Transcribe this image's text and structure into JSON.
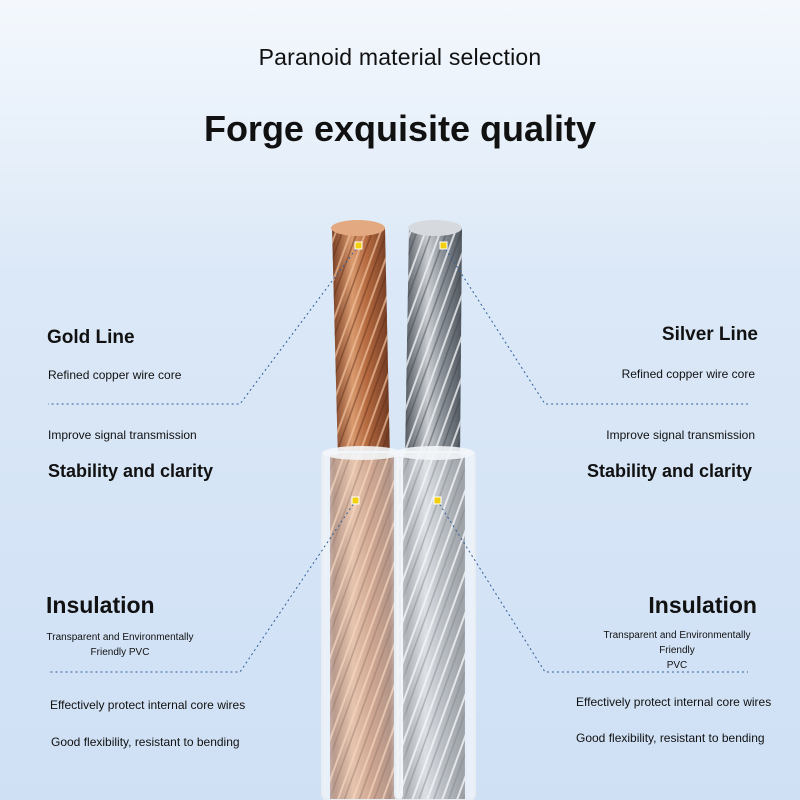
{
  "heading": {
    "subtitle": "Paranoid material selection",
    "title": "Forge exquisite quality"
  },
  "gold_line": {
    "title": "Gold Line",
    "material": "Refined copper wire core",
    "benefit": "Improve signal transmission",
    "quality": "Stability and clarity"
  },
  "silver_line": {
    "title": "Silver Line",
    "material": "Refined copper wire core",
    "benefit": "Improve signal transmission",
    "quality": "Stability and clarity"
  },
  "insulation_left": {
    "title": "Insulation",
    "desc_line1": "Transparent and Environmentally",
    "desc_line2": "Friendly PVC",
    "point1": "Effectively protect internal core wires",
    "point2": "Good flexibility, resistant to bending"
  },
  "insulation_right": {
    "title": "Insulation",
    "desc_line1": "Transparent and Environmentally Friendly",
    "desc_line2": "PVC",
    "point1": "Effectively protect internal core wires",
    "point2": "Good flexibility, resistant to bending"
  },
  "colors": {
    "copper": "#c07a52",
    "silver": "#8e949c",
    "leader": "#2f5f9a",
    "marker": "#f2d00f"
  }
}
